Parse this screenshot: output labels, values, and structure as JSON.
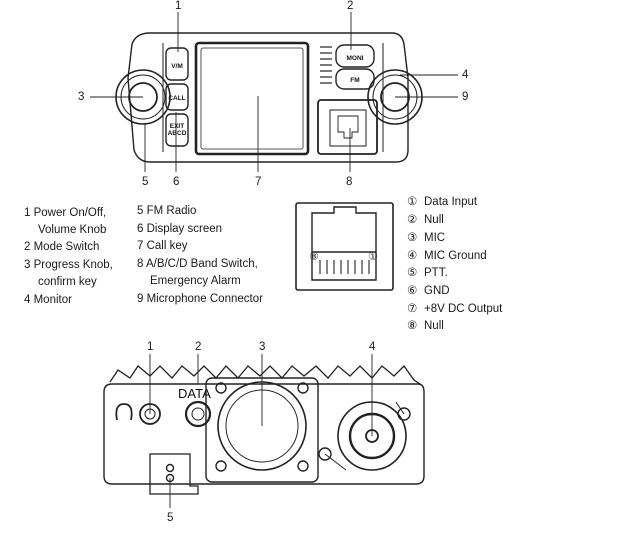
{
  "front_panel": {
    "callouts": [
      "1",
      "2",
      "3",
      "4",
      "5",
      "6",
      "7",
      "8",
      "9"
    ],
    "buttons": {
      "vm": "V/M",
      "moni": "MONI",
      "fm": "FM",
      "call": "CALL",
      "exit": "EXIT",
      "abcd": "ABCD"
    }
  },
  "front_legend": {
    "col1": [
      "1  Power On/Off,",
      "Volume Knob",
      "2  Mode Switch",
      "3  Progress Knob,",
      "confirm key",
      "4  Monitor"
    ],
    "col2": [
      "5  FM Radio",
      "6  Display screen",
      "7  Call key",
      "8  A/B/C/D Band Switch,",
      "Emergency Alarm",
      "9  Microphone Connector"
    ]
  },
  "jack": {
    "pin_first": "⑧",
    "pin_last": "①"
  },
  "pin_legend": [
    {
      "num": "①",
      "label": "Data Input"
    },
    {
      "num": "②",
      "label": "Null"
    },
    {
      "num": "③",
      "label": "MIC"
    },
    {
      "num": "④",
      "label": "MIC Ground"
    },
    {
      "num": "⑤",
      "label": "PTT."
    },
    {
      "num": "⑥",
      "label": "GND"
    },
    {
      "num": "⑦",
      "label": "+8V DC Output"
    },
    {
      "num": "⑧",
      "label": "Null"
    }
  ],
  "rear_panel": {
    "callouts": [
      "1",
      "2",
      "3",
      "4",
      "5"
    ],
    "data_label": "DATA"
  }
}
